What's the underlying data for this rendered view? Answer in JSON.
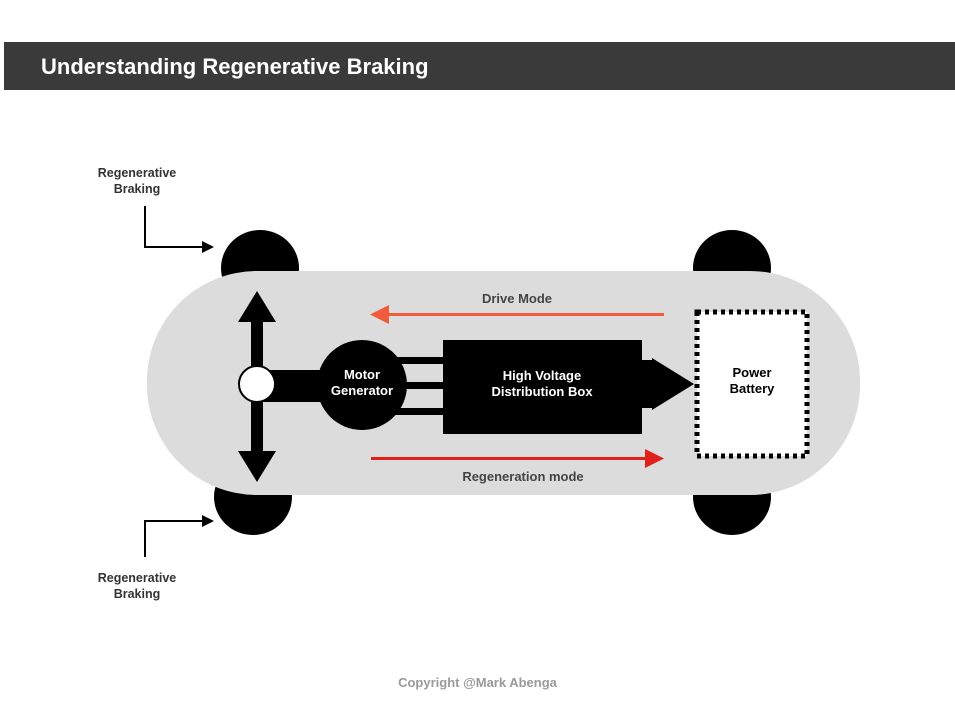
{
  "header": {
    "title": "Understanding Regenerative Braking"
  },
  "labels": {
    "regen_top_line1": "Regenerative",
    "regen_top_line2": "Braking",
    "regen_bottom_line1": "Regenerative",
    "regen_bottom_line2": "Braking",
    "drive_mode": "Drive Mode",
    "regeneration_mode": "Regeneration mode",
    "motor_line1": "Motor",
    "motor_line2": "Generator",
    "hvdb_line1": "High Voltage",
    "hvdb_line2": "Distribution Box",
    "battery_line1": "Power",
    "battery_line2": "Battery"
  },
  "footer": {
    "copyright": "Copyright @Mark Abenga"
  },
  "colors": {
    "header_bg": "#3a3a3a",
    "car_body": "#dcdcdc",
    "drive_arrow": "#f15a3a",
    "regen_arrow": "#e0201b",
    "component": "#000000"
  }
}
